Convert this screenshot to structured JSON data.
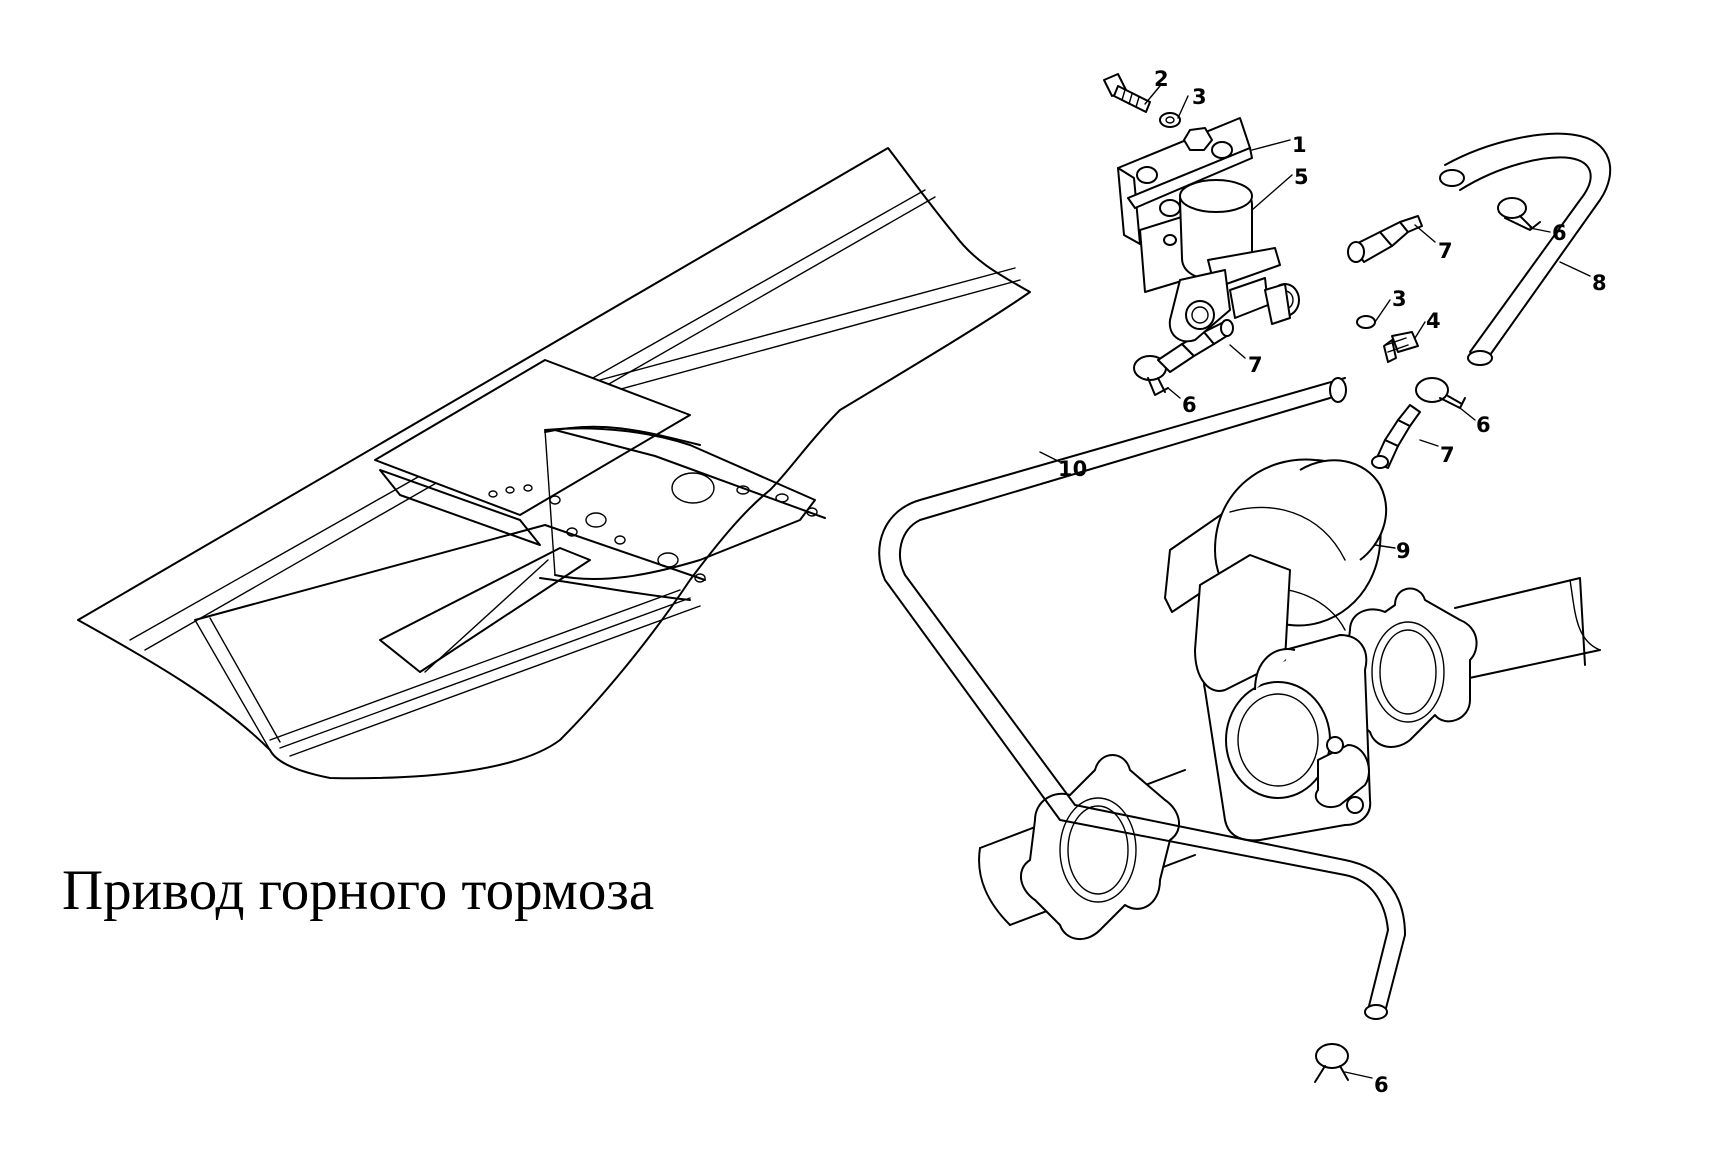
{
  "title": "Привод горного тормоза",
  "callouts": [
    {
      "id": "c2",
      "label": "2"
    },
    {
      "id": "c3a",
      "label": "3"
    },
    {
      "id": "c1",
      "label": "1"
    },
    {
      "id": "c5",
      "label": "5"
    },
    {
      "id": "c6a",
      "label": "6"
    },
    {
      "id": "c7a",
      "label": "7"
    },
    {
      "id": "c8",
      "label": "8"
    },
    {
      "id": "c3b",
      "label": "3"
    },
    {
      "id": "c4",
      "label": "4"
    },
    {
      "id": "c7b",
      "label": "7"
    },
    {
      "id": "c6b",
      "label": "6"
    },
    {
      "id": "c6c",
      "label": "6"
    },
    {
      "id": "c7c",
      "label": "7"
    },
    {
      "id": "c10",
      "label": "10"
    },
    {
      "id": "c9",
      "label": "9"
    },
    {
      "id": "c6d",
      "label": "6"
    }
  ]
}
